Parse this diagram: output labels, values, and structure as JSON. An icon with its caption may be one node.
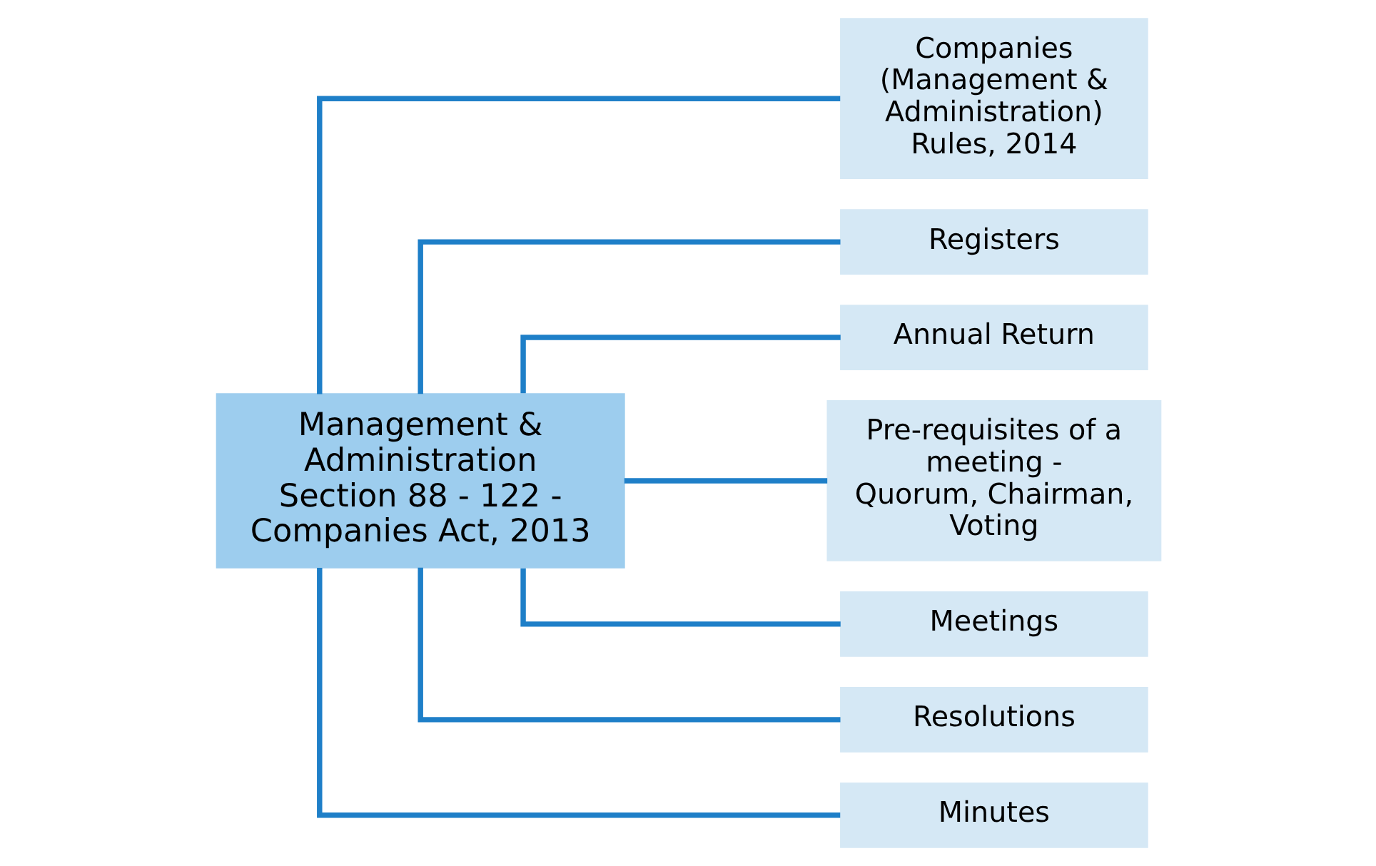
{
  "diagram": {
    "nodes": [
      {
        "text": [
          "Management & Administration",
          "Section 88 - 122 - Companies Act, 2013"
        ]
      },
      {
        "text": [
          "Companies (Management & Administration) Rules, 2014"
        ]
      },
      {
        "text": [
          "Registers"
        ]
      },
      {
        "text": [
          "Annual Return"
        ]
      },
      {
        "text": [
          "Pre-requisites of a meeting -",
          "Quorum, Chairman, Voting"
        ]
      },
      {
        "text": [
          "Meetings"
        ]
      },
      {
        "text": [
          "Resolutions"
        ]
      },
      {
        "text": [
          "Minutes"
        ]
      }
    ],
    "edges": [
      {
        "from": 0,
        "to": 1,
        "arrow": "none"
      },
      {
        "from": 0,
        "to": 2,
        "arrow": "none"
      },
      {
        "from": 0,
        "to": 3,
        "arrow": "none"
      },
      {
        "from": 0,
        "to": 4,
        "arrow": "none"
      },
      {
        "from": 0,
        "to": 5,
        "arrow": "none"
      },
      {
        "from": 0,
        "to": 6,
        "arrow": "none"
      },
      {
        "from": 0,
        "to": 7,
        "arrow": "none"
      }
    ]
  }
}
